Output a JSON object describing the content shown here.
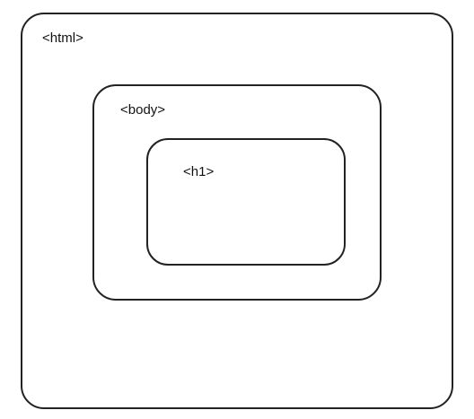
{
  "diagram": {
    "nodes": [
      {
        "id": "html",
        "label": "<html>",
        "parent": null
      },
      {
        "id": "body",
        "label": "<body>",
        "parent": "html"
      },
      {
        "id": "h1",
        "label": "<h1>",
        "parent": "body"
      }
    ]
  }
}
